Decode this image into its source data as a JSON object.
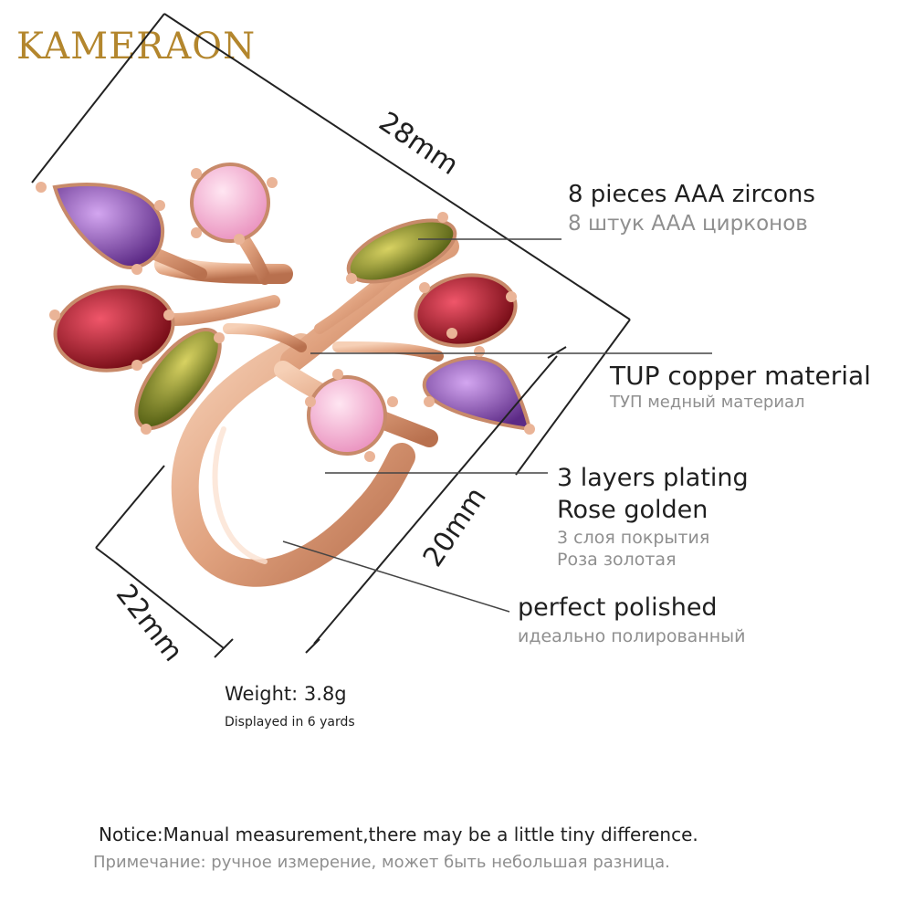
{
  "brand": "KAMERAON",
  "dimensions": {
    "top": "28mm",
    "height": "20mm",
    "width": "22mm"
  },
  "features": [
    {
      "en": "8 pieces AAA zircons",
      "ru": "8 штук AAA цирконов"
    },
    {
      "en": "TUP copper material",
      "ru": "ТУП медный материал"
    },
    {
      "en_line1": "3 layers plating",
      "en_line2": "Rose golden",
      "ru_line1": "3 слоя покрытия",
      "ru_line2": "Роза золотая"
    },
    {
      "en": "perfect polished",
      "ru": "идеально полированный"
    }
  ],
  "weight": {
    "label": "Weight: 3.8g",
    "note": "Displayed in 6 yards"
  },
  "notice": {
    "en": "Notice:Manual measurement,there may be a little tiny difference.",
    "ru": "Примечание: ручное измерение, может быть небольшая разница."
  },
  "colors": {
    "brand": "#b3862d",
    "metal": "#e2ab8a",
    "amethyst": "#8a4fb3",
    "garnet": "#a6141e",
    "peridot": "#7f8a1c",
    "pink": "#f4b8d4"
  }
}
